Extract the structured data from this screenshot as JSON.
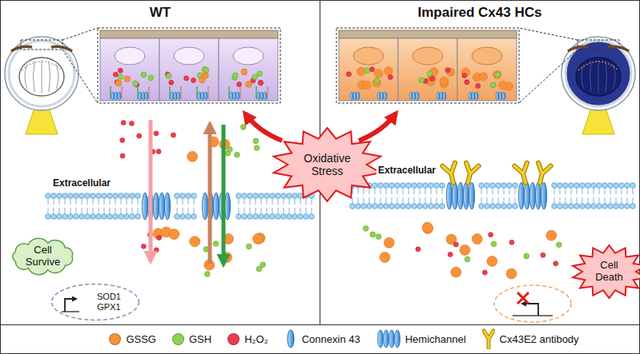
{
  "diagram": {
    "nodes": [
      {
        "text": [
          "WT"
        ]
      },
      {
        "text": [
          "Impaired Cx43 HCs"
        ]
      },
      {
        "text": [
          "Oxidative Stress"
        ]
      },
      {
        "text": [
          "Cell Survive"
        ],
        "in": 0
      },
      {
        "text": [
          "SOD1",
          "GPX1"
        ],
        "in": 0
      },
      {
        "text": [
          "Cell Death"
        ],
        "in": 1
      }
    ],
    "labels": [
      "Extracellular",
      "Extracellular"
    ],
    "legend": [
      {
        "text": "GSSG",
        "color": "#f7923a"
      },
      {
        "text": "GSH",
        "color": "#8ed24f"
      },
      {
        "text": "H₂O₂",
        "color": "#ef3b4f"
      },
      {
        "text": "Connexin 43"
      },
      {
        "text": "Hemichannel"
      },
      {
        "text": "Cx43E2 antibody"
      }
    ]
  }
}
